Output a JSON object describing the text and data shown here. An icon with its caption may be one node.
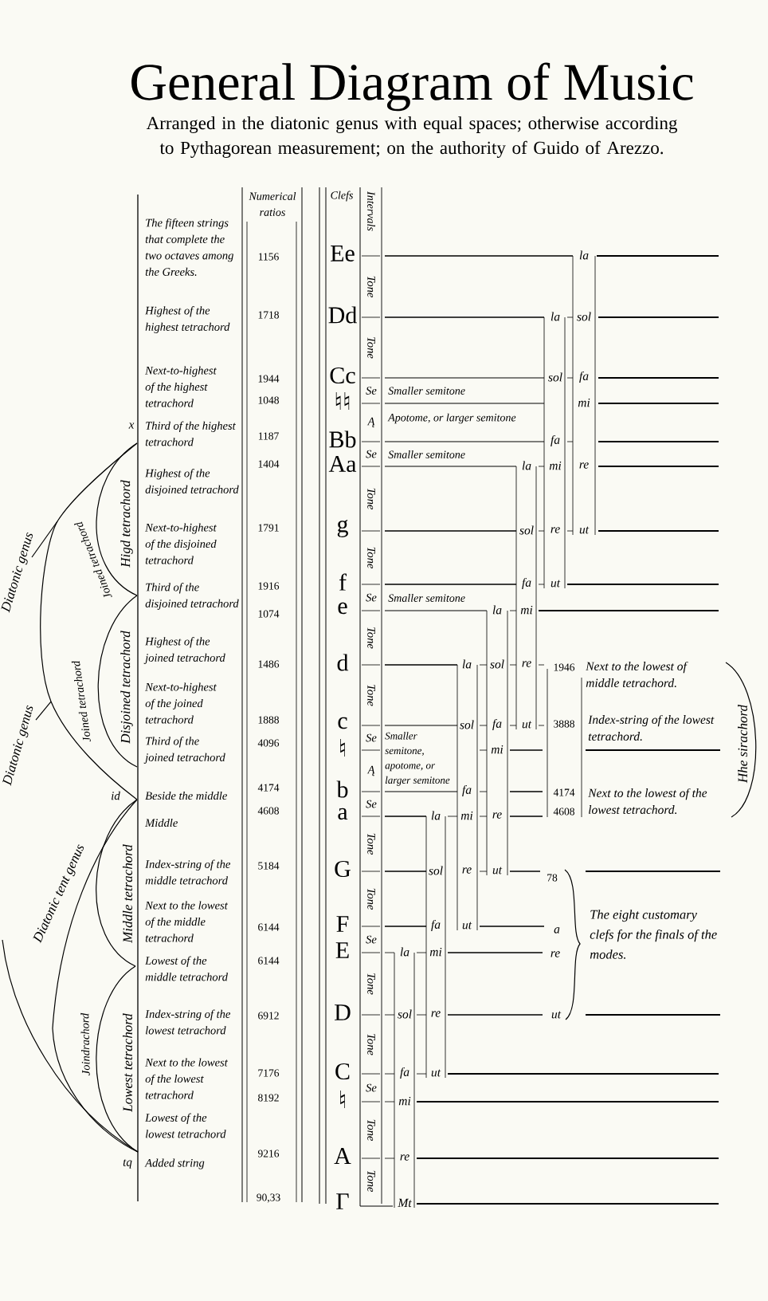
{
  "diagram": {
    "title": "General Diagram of Music",
    "labels": [
      "Arranged in the diatonic genus with equal spaces; otherwise according to Pythagorean measurement; on the authority of Guido of Arezzo.",
      "Numerical ratios",
      "Clefs",
      "Intervals",
      "Diatonic genus",
      "Joined tetrachord",
      "Higd tetrachord",
      "Diatonic genus",
      "Joined tetrachord",
      "Disjoined tetrachord",
      "Diatonic tent genus",
      "Middle tetrachord",
      "Joindrachord",
      "Lowest tetrachord",
      "The fifteen strings that complete the two octaves among the Greeks.",
      "Highest of the highest tetrachord",
      "Next-to-highest of the highest tetrachord",
      "x",
      "Third of the highest tetrachord",
      "Highest of the disjoined tetrachord",
      "Next-to-highest of the disjoined tetrachord",
      "Third of the disjoined tetrachord",
      "Highest of the joined tetrachord",
      "Next-to-highest of the joined tetrachord",
      "Third of the joined tetrachord",
      "id",
      "Beside the middle",
      "Middle",
      "Index-string of the middle tetrachord",
      "Next to the lowest of the middle tetrachord",
      "Lowest of the middle tetrachord",
      "Index-string of the lowest tetrachord",
      "Next to the lowest of the lowest tetrachord",
      "Lowest of the lowest tetrachord",
      "tq",
      "Added string",
      "1156",
      "1718",
      "1944",
      "1048",
      "1187",
      "1404",
      "1791",
      "1916",
      "1074",
      "1486",
      "1888",
      "4096",
      "4174",
      "4608",
      "5184",
      "6144",
      "6144",
      "6912",
      "7176",
      "8192",
      "9216",
      "90,33",
      "Ee",
      "Dd",
      "Cc",
      "♮♮",
      "Bb",
      "Aa",
      "g",
      "f",
      "e",
      "d",
      "c",
      "♮",
      "b",
      "a",
      "G",
      "F",
      "E",
      "D",
      "C",
      "♮",
      "A",
      "Γ",
      "Tone",
      "Tone",
      "Se",
      "Ą",
      "Se",
      "Tone",
      "Tone",
      "Se",
      "Tone",
      "Tone",
      "Se",
      "Ą",
      "Se",
      "Tone",
      "Tone",
      "Se",
      "Tone",
      "Tone",
      "Se",
      "Tone",
      "Tone",
      "Smaller semitone",
      "Apotome, or larger semitone",
      "Smaller semitone",
      "Smaller semitone",
      "Smaller semitone, apotome, or larger semitone",
      "la",
      "la",
      "sol",
      "sol",
      "fa",
      "mi",
      "fa",
      "la",
      "mi",
      "re",
      "sol",
      "re",
      "ut",
      "fa",
      "ut",
      "la",
      "mi",
      "la",
      "sol",
      "re",
      "sol",
      "fa",
      "ut",
      "mi",
      "fa",
      "la",
      "mi",
      "re",
      "sol",
      "re",
      "ut",
      "fa",
      "ut",
      "la",
      "mi",
      "sol",
      "re",
      "fa",
      "ut",
      "mi",
      "re",
      "Mt",
      "1946",
      "Next to the lowest of middle tetrachord.",
      "3888",
      "Index-string of the lowest tetrachord.",
      "4174",
      "Next to the lowest of the lowest tetrachord.",
      "4608",
      "Hhe sirachord",
      "78",
      "a",
      "re",
      "ut",
      "The eight customary clefs for the finals of the modes."
    ]
  }
}
